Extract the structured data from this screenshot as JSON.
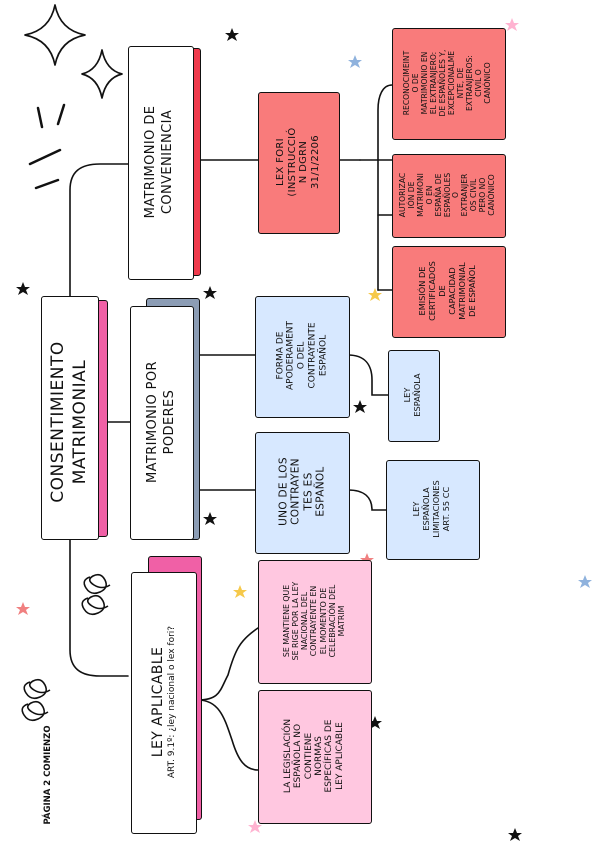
{
  "root": {
    "label": "CONSENTIMIENTO\nMATRIMONIAL"
  },
  "branches": {
    "conveniencia": {
      "label": "MATRIMONIO DE\nCONVENIENCIA"
    },
    "poderes": {
      "label": "MATRIMONIO POR\nPODERES"
    },
    "ley_aplicable": {
      "label": "LEY APLICABLE",
      "sub": "ART. 9.1º: ¿ley nacional o lex fori?"
    }
  },
  "conveniencia_nodes": {
    "lex_fori": "LEX FORI\n(INSTRUCCIÓ\nN DGRN\n31/1/2206",
    "reconocimiento": "RECONOCIMEINT\nO DE\nMATRIMONIO EN\nEL EXTRANJERO:\nDE ESPAÑOLES Y,\nEXCEPCIONALME\nNTE, DE\nEXTRANJEROS:\nCIVIL O\nCANÓNICO",
    "autorizacion": "AUTORIZAC\nIÓN DE\nMATRIMONI\nO EN\nESPAÑA DE\nESPAÑOLES\nO\nEXTRANJER\nOS CIVIL\nPERO NO\nCANÓNICO",
    "emision": "EMISIÓN DE\nCERTIFICADOS\nDE\nCAPACIDAD\nMATRIMONIAL\nDE ESPAÑOL"
  },
  "poderes_nodes": {
    "forma": "FORMA DE\nAPODERAMENT\nO DEL\nCONTRAYENTE\nESPAÑOL",
    "ley_espanola": "LEY\nESPAÑOLA",
    "uno": "UNO DE LOS\nCONTRAYEN\nTES ES\nESPAÑOL",
    "ley_espanola_limit": "LEY\nESPAÑOLA\nLIMITACIONES\nART. 55 CC"
  },
  "ley_nodes": {
    "se_mantiene": "SE MANTIENE QUE\nSE RIGE POR LA LEY\nNACIONAL DEL\nCONTRAYENTE EN\nEL MOMENTO DE\nCELEBRACIÓN DEL\nMATRIM",
    "legislacion": "LA LEGISLACIÓN\nESPAÑOLA NO\nCONTIENE\nNORMAS\nESPECÍFICAS DE\nLEY APLICABLE"
  },
  "footer": {
    "text": "PÁGINA 2 COMIENZO"
  },
  "colors": {
    "red": "#f97b7b",
    "red_shadow": "#ef3b4d",
    "blue": "#d7e8ff",
    "slate_shadow": "#8c9db5",
    "pink": "#ffc7e0",
    "pink_shadow": "#f060a6",
    "line": "#111111"
  }
}
